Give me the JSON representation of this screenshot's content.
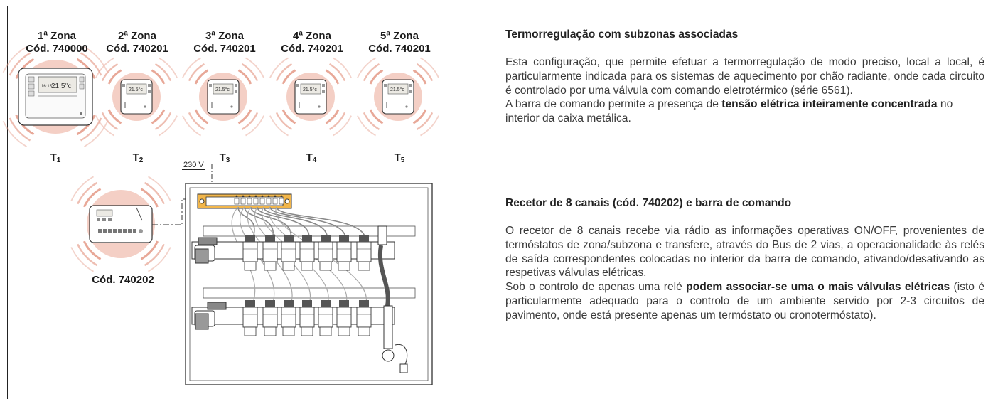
{
  "diagram": {
    "zones": [
      {
        "name": "1ª Zona",
        "code": "Cód. 740000",
        "label": "T",
        "sub": "1"
      },
      {
        "name": "2ª Zona",
        "code": "Cód. 740201",
        "label": "T",
        "sub": "2"
      },
      {
        "name": "3ª Zona",
        "code": "Cód. 740201",
        "label": "T",
        "sub": "3"
      },
      {
        "name": "4ª Zona",
        "code": "Cód. 740201",
        "label": "T",
        "sub": "4"
      },
      {
        "name": "5ª Zona",
        "code": "Cód. 740201",
        "label": "T",
        "sub": "5"
      }
    ],
    "main_display_temp": "21.5°c",
    "main_display_time": "16:13",
    "small_display_temp": "21.5°c",
    "receiver_code": "Cód. 740202",
    "voltage": "230 V",
    "colors": {
      "halo": "#f4cfc5",
      "halo_arc": "#e8a898",
      "bar": "#f2b64a",
      "line": "#333333"
    }
  },
  "section1": {
    "title": "Termorregulação com subzonas associadas",
    "p1": "Esta configuração, que permite efetuar a termorregulação de modo preciso, local a local, é particularmente indicada para os sistemas de aquecimento por chão radiante, onde cada circuito é controlado por uma válvula com comando eletrotérmico (série 6561).",
    "p2_pre": "A barra de comando permite a presença de ",
    "p2_bold": "tensão elétrica inteiramente concentrada",
    "p2_post": " no interior da caixa metálica."
  },
  "section2": {
    "title": "Recetor de 8 canais (cód. 740202) e barra de comando",
    "p1": "O recetor de 8 canais recebe via rádio as informações operativas ON/OFF, provenientes de termóstatos de zona/subzona e transfere, através do Bus de 2 vias, a operacionalidade às relés de saída correspondentes colocadas no interior da barra de comando, ativando/desativando as respetivas válvulas elétricas.",
    "p2_pre": "Sob o controlo de apenas uma relé ",
    "p2_bold": "podem associar-se uma o mais válvulas elétricas",
    "p2_post": " (isto é particularmente adequado para o controlo de um ambiente servido por 2-3 circuitos de pavimento, onde está presente apenas um termóstato ou cronotermóstato)."
  }
}
